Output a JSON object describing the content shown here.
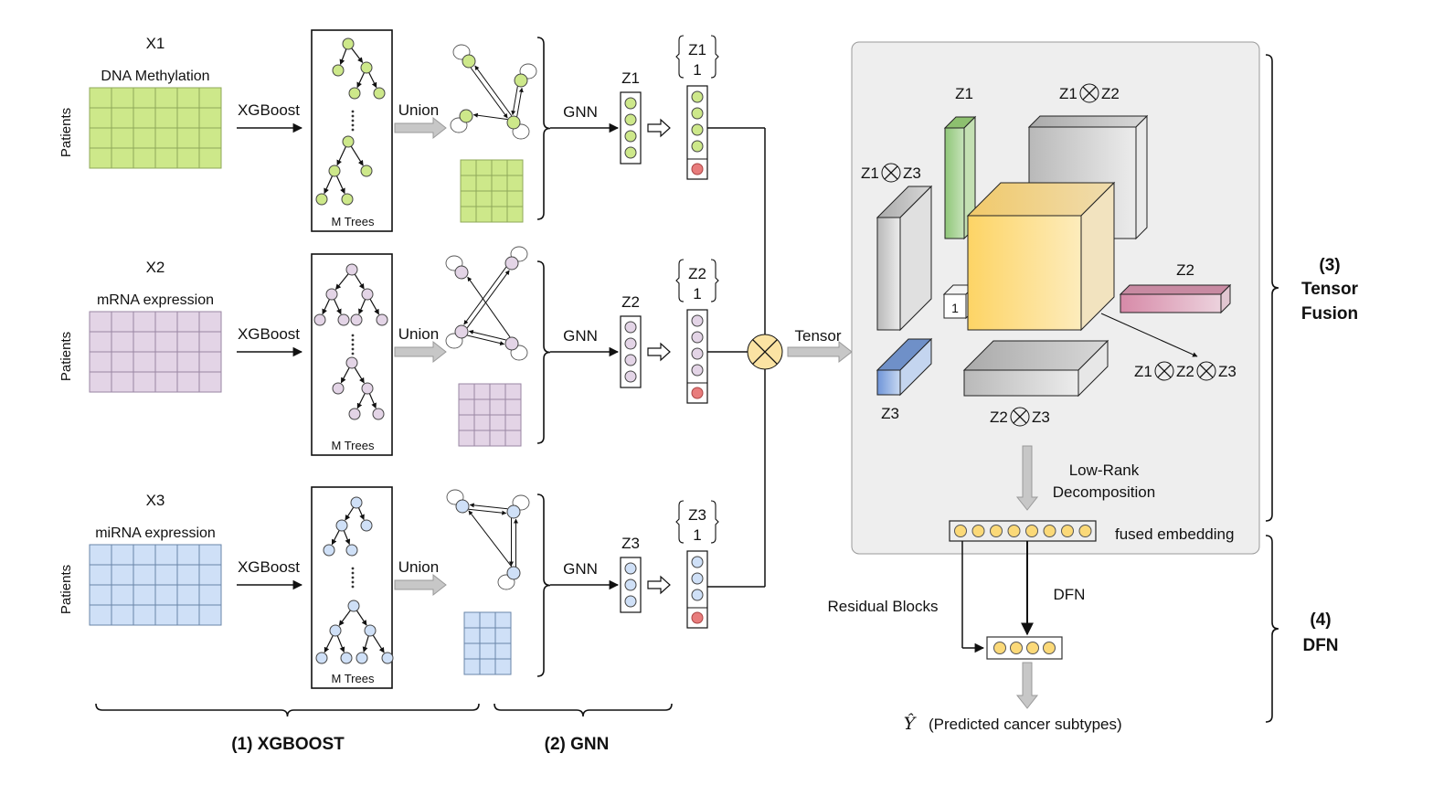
{
  "title": "Multi-omics cancer subtype prediction pipeline: XGBoost, GNN, Tensor Fusion, DFN",
  "colors": {
    "green_fill": "#cde88a",
    "green_stroke": "#8fa85a",
    "purple_fill": "#e3d4e6",
    "purple_stroke": "#9a86a3",
    "blue_fill": "#cfe0f7",
    "blue_stroke": "#6a86a8",
    "bias_node": "#e87c7c",
    "yellow_node": "#fbd978",
    "fusion_panel": "#eeeeee",
    "tensor_cube": "#fcd56a"
  },
  "modalities": [
    {
      "id": "X1",
      "name": "X1",
      "type": "DNA Methylation",
      "row_axis_label": "Patients",
      "method_label": "XGBoost",
      "trees_label": "M Trees",
      "union_label": "Union",
      "gnn_label": "GNN",
      "embedding_label": "Z1",
      "augmented_top": "Z1",
      "augmented_bottom": "1",
      "embedding_size": 4
    },
    {
      "id": "X2",
      "name": "X2",
      "type": "mRNA expression",
      "row_axis_label": "Patients",
      "method_label": "XGBoost",
      "trees_label": "M Trees",
      "union_label": "Union",
      "gnn_label": "GNN",
      "embedding_label": "Z2",
      "augmented_top": "Z2",
      "augmented_bottom": "1",
      "embedding_size": 4
    },
    {
      "id": "X3",
      "name": "X3",
      "type": "miRNA expression",
      "row_axis_label": "Patients",
      "method_label": "XGBoost",
      "trees_label": "M Trees",
      "union_label": "Union",
      "gnn_label": "GNN",
      "embedding_label": "Z3",
      "augmented_top": "Z3",
      "augmented_bottom": "1",
      "embedding_size": 3
    }
  ],
  "fusion": {
    "tensor_label": "Tensor",
    "blocks": {
      "z1": "Z1",
      "z2": "Z2",
      "z3": "Z3",
      "z1z2": "Z1⊗Z2",
      "z1z3": "Z1⊗Z3",
      "z2z3": "Z2⊗Z3",
      "z1z2z3": "Z1⊗Z2⊗Z3",
      "one": "1"
    },
    "lowrank_line1": "Low-Rank",
    "lowrank_line2": "Decomposition",
    "fused_label": "fused embedding",
    "fused_size": 8
  },
  "dfn": {
    "residual_label": "Residual Blocks",
    "dfn_label": "DFN",
    "output_size": 4,
    "output_symbol": "Ŷ",
    "output_label": "(Predicted cancer subtypes)"
  },
  "stages": {
    "s1": "(1) XGBOOST",
    "s2": "(2) GNN",
    "s3_line1": "(3)",
    "s3_line2": "Tensor",
    "s3_line3": "Fusion",
    "s4_line1": "(4)",
    "s4_line2": "DFN"
  }
}
